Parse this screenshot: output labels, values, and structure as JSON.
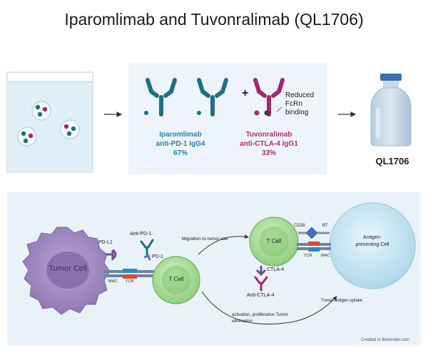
{
  "title": "Iparomlimab and Tuvonralimab (QL1706)",
  "top_panel": {
    "antibody1": {
      "name": "Iparomlimab",
      "target": "anti-PD-1 IgG4",
      "percent": "67%"
    },
    "plus": "+",
    "antibody2": {
      "name": "Tuvonralimab",
      "target": "anti-CTLA-4 IgG1",
      "percent": "33%"
    },
    "annotation": [
      "Reduced",
      "FcRn",
      "binding"
    ],
    "product_label": "QL1706",
    "colors": {
      "ipa": "#1d6f8c",
      "tuvo": "#a3286d",
      "panel_bg": "#eef4fb",
      "label_blue": "#2a7fb0",
      "label_magenta": "#b42a79"
    }
  },
  "bottom_panel": {
    "tumor_cell": "Tumor Cell",
    "pd_l1": "PD-L1",
    "anti_pd1": "Anti-PD-1",
    "pd1": "PD-1",
    "mhc_left": "MHC",
    "tcr_left": "TCR",
    "t_cell_lower": "T Cell",
    "migration": "Migration to tumor site",
    "t_cell_upper": "T Cell",
    "cd28": "CD28",
    "b7": "B7",
    "tcr_right": "TCR",
    "mhc_right": "MHC",
    "apc": [
      "Antigen-",
      "presenting Cell"
    ],
    "ctla4": "CTLA-4",
    "anti_ctla4": "Anti-CTLA-4",
    "uptake": "Tumor antigen uptake",
    "activation": [
      "activation, proliferation Tumor",
      "elimination"
    ],
    "credit": "Created in Biorender.com",
    "colors": {
      "panel_bg": "#e9f2f8",
      "tumor": "#9e86be",
      "tcell": "#aedb9c"
    }
  }
}
